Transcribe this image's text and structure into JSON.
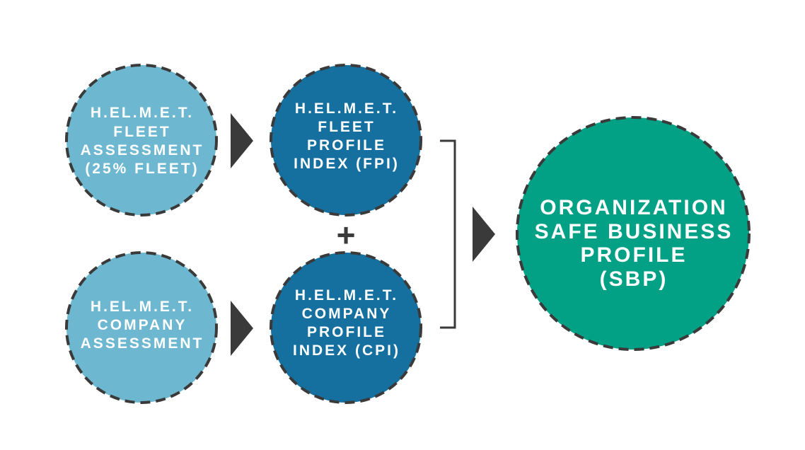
{
  "colors": {
    "light_blue": "#6DB8D0",
    "dark_blue": "#1570A0",
    "green": "#02A085",
    "outline": "#3a3a3a"
  },
  "nodes": {
    "fleet_assessment": [
      "H.EL.M.E.T.",
      "FLEET",
      "ASSESSMENT",
      "(25% FLEET)"
    ],
    "company_assessment": [
      "H.EL.M.E.T.",
      "COMPANY",
      "ASSESSMENT"
    ],
    "fleet_profile_index": [
      "H.EL.M.E.T.",
      "FLEET",
      "PROFILE",
      "INDEX (FPI)"
    ],
    "company_profile_index": [
      "H.EL.M.E.T.",
      "COMPANY",
      "PROFILE",
      "INDEX (CPI)"
    ],
    "safe_business_profile": [
      "ORGANIZATION",
      "SAFE BUSINESS",
      "PROFILE",
      "(SBP)"
    ]
  },
  "plus_sign": "+"
}
